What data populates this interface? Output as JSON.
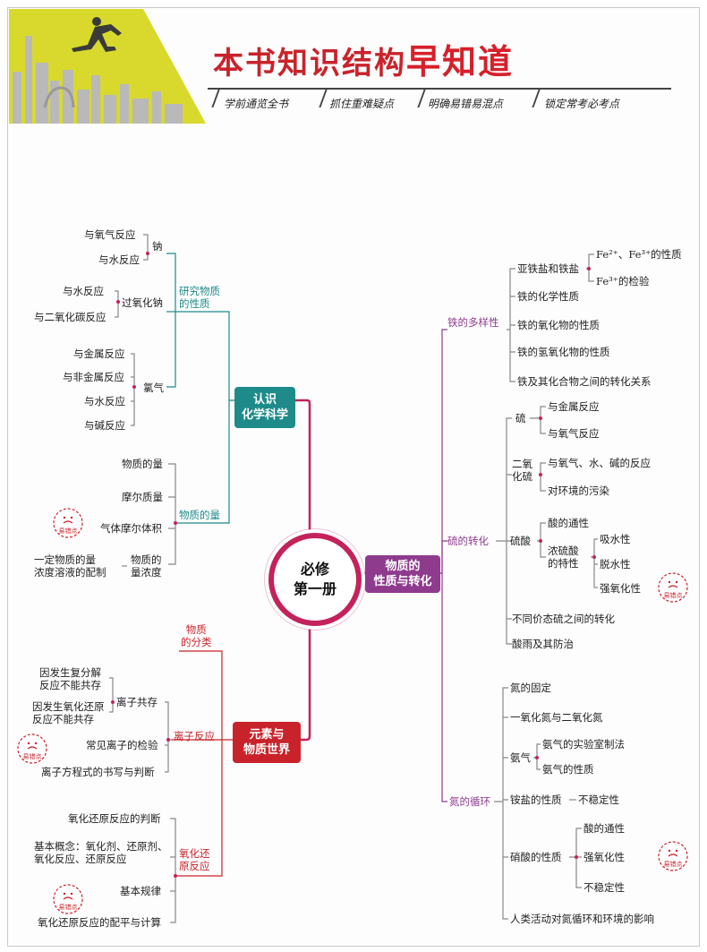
{
  "header": {
    "title_part1": "本书知识结构",
    "title_part2": "早知道",
    "tags": [
      "学前通览全书",
      "抓住重难疑点",
      "明确易错易混点",
      "锁定常考必考点"
    ]
  },
  "center": {
    "line1": "必修",
    "line2": "第一册"
  },
  "error_badge": "易错点",
  "left_top": {
    "main": "认识\n化学科学",
    "categories": {
      "properties": "研究物质\n的性质",
      "quantity": "物质的量"
    },
    "sodium": {
      "name": "钠",
      "items": [
        "与氧气反应",
        "与水反应"
      ]
    },
    "peroxide": {
      "name": "过氧化钠",
      "items": [
        "与水反应",
        "与二氧化碳反应"
      ]
    },
    "chlorine": {
      "name": "氯气",
      "items": [
        "与金属反应",
        "与非金属反应",
        "与水反应",
        "与碱反应"
      ]
    },
    "quantity_items": [
      "物质的量",
      "摩尔质量",
      "气体摩尔体积"
    ],
    "concentration": {
      "name": "物质的\n量浓度",
      "item": "一定物质的量\n浓度溶液的配制"
    }
  },
  "left_bottom": {
    "main": "元素与\n物质世界",
    "categories": {
      "classification": "物质\n的分类",
      "ionic": "离子反应",
      "redox": "氧化还\n原反应"
    },
    "coexist": {
      "name": "离子共存",
      "items": [
        "因发生复分解\n反应不能共存",
        "因发生氧化还原\n反应不能共存"
      ]
    },
    "ionic_items": [
      "常见离子的检验",
      "离子方程式的书写与判断"
    ],
    "redox_items": [
      "氧化还原反应的判断",
      "基本概念：氧化剂、还原剂、\n氧化反应、还原反应",
      "基本规律",
      "氧化还原反应的配平与计算"
    ]
  },
  "right": {
    "main": "物质的\n性质与转化",
    "iron": {
      "category": "铁的多样性",
      "salts": {
        "name": "亚铁盐和铁盐",
        "items": [
          "Fe²⁺、Fe³⁺的性质",
          "Fe³⁺的检验"
        ]
      },
      "items": [
        "铁的化学性质",
        "铁的氧化物的性质",
        "铁的氢氧化物的性质",
        "铁及其化合物之间的转化关系"
      ]
    },
    "sulfur": {
      "category": "硫的转化",
      "s": {
        "name": "硫",
        "items": [
          "与金属反应",
          "与氧气反应"
        ]
      },
      "so2": {
        "name": "二氧\n化硫",
        "items": [
          "与氧气、水、碱的反应",
          "对环境的污染"
        ]
      },
      "acid": {
        "name": "硫酸",
        "common": "酸的通性",
        "conc": "浓硫酸\n的特性",
        "conc_items": [
          "吸水性",
          "脱水性",
          "强氧化性"
        ]
      },
      "items": [
        "不同价态硫之间的转化",
        "酸雨及其防治"
      ]
    },
    "nitrogen": {
      "category": "氮的循环",
      "items_top": [
        "氮的固定",
        "一氧化氮与二氧化氮"
      ],
      "ammonia": {
        "name": "氨气",
        "items": [
          "氨气的实验室制法",
          "氨气的性质"
        ]
      },
      "ammonium": {
        "name": "铵盐的性质",
        "item": "不稳定性"
      },
      "nitric": {
        "name": "硝酸的性质",
        "items": [
          "酸的通性",
          "强氧化性",
          "不稳定性"
        ]
      },
      "impact": "人类活动对氮循环和环境的影响"
    }
  },
  "colors": {
    "teal": "#1e8a8a",
    "red": "#c8232b",
    "purple": "#8e3b8e",
    "magenta": "#c4225a",
    "yellow": "#d7d82a"
  }
}
